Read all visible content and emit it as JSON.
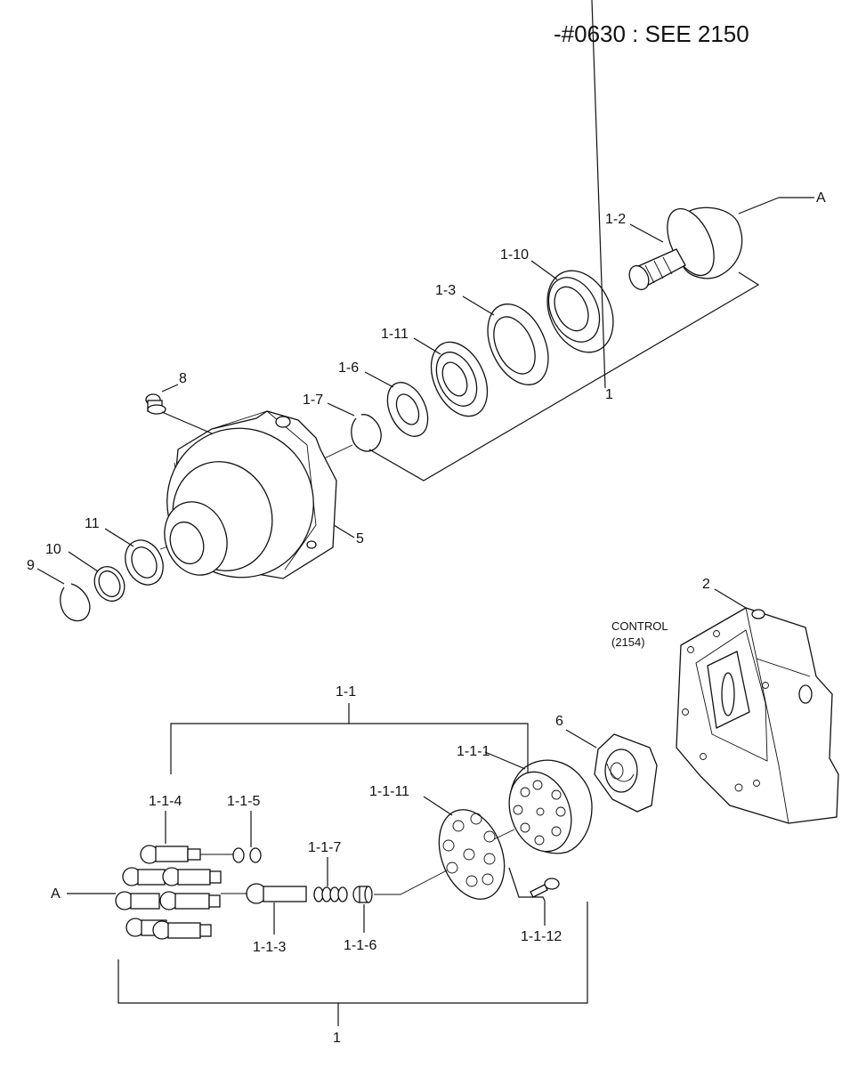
{
  "header": {
    "ref": "-#0630 : SEE 2150"
  },
  "labels": {
    "A_top": "A",
    "p1_2": "1-2",
    "p1_10": "1-10",
    "p1_3": "1-3",
    "p1_11": "1-11",
    "p1_6": "1-6",
    "p1_7": "1-7",
    "p8": "8",
    "p1_top": "1",
    "p5": "5",
    "p11": "11",
    "p10": "10",
    "p9": "9",
    "p2": "2",
    "control": "CONTROL",
    "control_ref": "(2154)",
    "p1_1": "1-1",
    "p6": "6",
    "p1_1_1": "1-1-1",
    "p1_1_11": "1-1-11",
    "p1_1_4": "1-1-4",
    "p1_1_5": "1-1-5",
    "p1_1_7": "1-1-7",
    "A_left": "A",
    "p1_1_3": "1-1-3",
    "p1_1_6": "1-1-6",
    "p1_1_12": "1-1-12",
    "p1_bottom": "1"
  }
}
